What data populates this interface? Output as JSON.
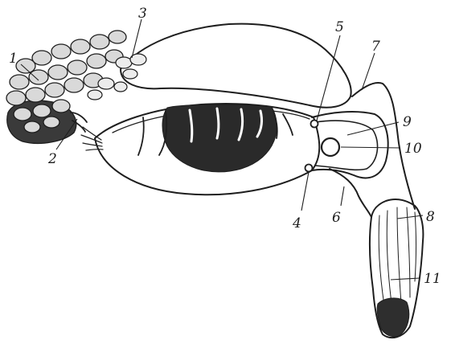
{
  "diagram": {
    "callouts": [
      {
        "id": "1",
        "text": "1"
      },
      {
        "id": "2",
        "text": "2"
      },
      {
        "id": "3",
        "text": "3"
      },
      {
        "id": "4",
        "text": "4"
      },
      {
        "id": "5",
        "text": "5"
      },
      {
        "id": "6",
        "text": "6"
      },
      {
        "id": "7",
        "text": "7"
      },
      {
        "id": "8",
        "text": "8"
      },
      {
        "id": "9",
        "text": "9"
      },
      {
        "id": "10",
        "text": "10"
      },
      {
        "id": "11",
        "text": "11"
      }
    ]
  },
  "colors": {
    "ink": "#1e1e1e",
    "dark_mass": "#2a2a2a",
    "lobule_fill": "#d9d9d9",
    "background": "#ffffff"
  }
}
